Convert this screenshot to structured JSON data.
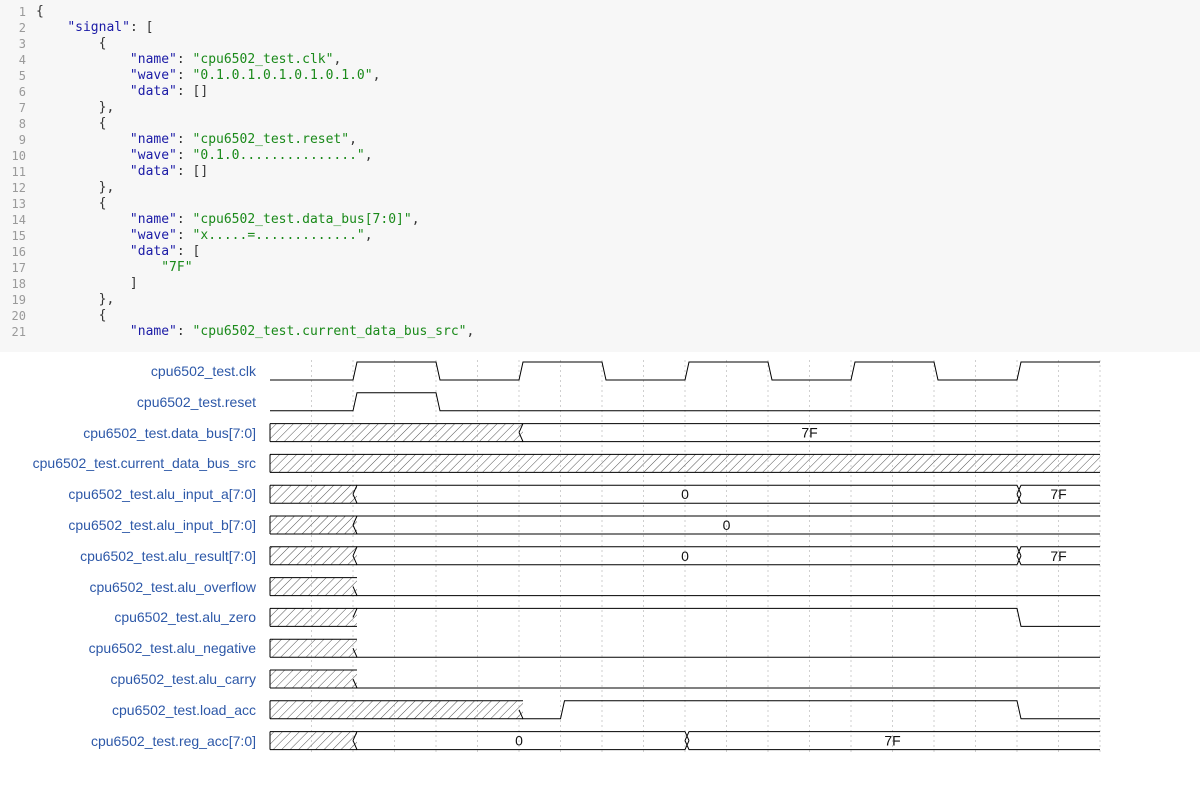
{
  "editor": {
    "lines": [
      {
        "n": "1",
        "t": [
          {
            "c": "p",
            "v": "{"
          }
        ]
      },
      {
        "n": "2",
        "t": [
          {
            "c": "p",
            "v": "    "
          },
          {
            "c": "k",
            "v": "\"signal\""
          },
          {
            "c": "p",
            "v": ": ["
          }
        ]
      },
      {
        "n": "3",
        "t": [
          {
            "c": "p",
            "v": "        {"
          }
        ]
      },
      {
        "n": "4",
        "t": [
          {
            "c": "p",
            "v": "            "
          },
          {
            "c": "k",
            "v": "\"name\""
          },
          {
            "c": "p",
            "v": ": "
          },
          {
            "c": "s",
            "v": "\"cpu6502_test.clk\""
          },
          {
            "c": "p",
            "v": ","
          }
        ]
      },
      {
        "n": "5",
        "t": [
          {
            "c": "p",
            "v": "            "
          },
          {
            "c": "k",
            "v": "\"wave\""
          },
          {
            "c": "p",
            "v": ": "
          },
          {
            "c": "s",
            "v": "\"0.1.0.1.0.1.0.1.0.1.0\""
          },
          {
            "c": "p",
            "v": ","
          }
        ]
      },
      {
        "n": "6",
        "t": [
          {
            "c": "p",
            "v": "            "
          },
          {
            "c": "k",
            "v": "\"data\""
          },
          {
            "c": "p",
            "v": ": []"
          }
        ]
      },
      {
        "n": "7",
        "t": [
          {
            "c": "p",
            "v": "        },"
          }
        ]
      },
      {
        "n": "8",
        "t": [
          {
            "c": "p",
            "v": "        {"
          }
        ]
      },
      {
        "n": "9",
        "t": [
          {
            "c": "p",
            "v": "            "
          },
          {
            "c": "k",
            "v": "\"name\""
          },
          {
            "c": "p",
            "v": ": "
          },
          {
            "c": "s",
            "v": "\"cpu6502_test.reset\""
          },
          {
            "c": "p",
            "v": ","
          }
        ]
      },
      {
        "n": "10",
        "t": [
          {
            "c": "p",
            "v": "            "
          },
          {
            "c": "k",
            "v": "\"wave\""
          },
          {
            "c": "p",
            "v": ": "
          },
          {
            "c": "s",
            "v": "\"0.1.0...............\""
          },
          {
            "c": "p",
            "v": ","
          }
        ]
      },
      {
        "n": "11",
        "t": [
          {
            "c": "p",
            "v": "            "
          },
          {
            "c": "k",
            "v": "\"data\""
          },
          {
            "c": "p",
            "v": ": []"
          }
        ]
      },
      {
        "n": "12",
        "t": [
          {
            "c": "p",
            "v": "        },"
          }
        ]
      },
      {
        "n": "13",
        "t": [
          {
            "c": "p",
            "v": "        {"
          }
        ]
      },
      {
        "n": "14",
        "t": [
          {
            "c": "p",
            "v": "            "
          },
          {
            "c": "k",
            "v": "\"name\""
          },
          {
            "c": "p",
            "v": ": "
          },
          {
            "c": "s",
            "v": "\"cpu6502_test.data_bus[7:0]\""
          },
          {
            "c": "p",
            "v": ","
          }
        ]
      },
      {
        "n": "15",
        "t": [
          {
            "c": "p",
            "v": "            "
          },
          {
            "c": "k",
            "v": "\"wave\""
          },
          {
            "c": "p",
            "v": ": "
          },
          {
            "c": "s",
            "v": "\"x.....=.............\""
          },
          {
            "c": "p",
            "v": ","
          }
        ]
      },
      {
        "n": "16",
        "t": [
          {
            "c": "p",
            "v": "            "
          },
          {
            "c": "k",
            "v": "\"data\""
          },
          {
            "c": "p",
            "v": ": ["
          }
        ]
      },
      {
        "n": "17",
        "t": [
          {
            "c": "p",
            "v": "                "
          },
          {
            "c": "s",
            "v": "\"7F\""
          }
        ]
      },
      {
        "n": "18",
        "t": [
          {
            "c": "p",
            "v": "            ]"
          }
        ]
      },
      {
        "n": "19",
        "t": [
          {
            "c": "p",
            "v": "        },"
          }
        ]
      },
      {
        "n": "20",
        "t": [
          {
            "c": "p",
            "v": "        {"
          }
        ]
      },
      {
        "n": "21",
        "t": [
          {
            "c": "p",
            "v": "            "
          },
          {
            "c": "k",
            "v": "\"name\""
          },
          {
            "c": "p",
            "v": ": "
          },
          {
            "c": "s",
            "v": "\"cpu6502_test.current_data_bus_src\""
          },
          {
            "c": "p",
            "v": ","
          }
        ]
      }
    ]
  },
  "timing": {
    "cycles": 20,
    "signals": [
      {
        "name": "cpu6502_test.clk",
        "wave": "0.1.0.1.0.1.0.1.0.1.0",
        "data": []
      },
      {
        "name": "cpu6502_test.reset",
        "wave": "0.1.0...............",
        "data": []
      },
      {
        "name": "cpu6502_test.data_bus[7:0]",
        "wave": "x.....=.............",
        "data": [
          "7F"
        ]
      },
      {
        "name": "cpu6502_test.current_data_bus_src",
        "wave": "x...................",
        "data": []
      },
      {
        "name": "cpu6502_test.alu_input_a[7:0]",
        "wave": "x.=...............=.",
        "data": [
          "0",
          "7F"
        ]
      },
      {
        "name": "cpu6502_test.alu_input_b[7:0]",
        "wave": "x.=.................",
        "data": [
          "0"
        ]
      },
      {
        "name": "cpu6502_test.alu_result[7:0]",
        "wave": "x.=...............=.",
        "data": [
          "0",
          "7F"
        ]
      },
      {
        "name": "cpu6502_test.alu_overflow",
        "wave": "x.0.................",
        "data": []
      },
      {
        "name": "cpu6502_test.alu_zero",
        "wave": "x.1...............0.",
        "data": []
      },
      {
        "name": "cpu6502_test.alu_negative",
        "wave": "x.0.................",
        "data": []
      },
      {
        "name": "cpu6502_test.alu_carry",
        "wave": "x.0.................",
        "data": []
      },
      {
        "name": "cpu6502_test.load_acc",
        "wave": "x.....01..........0.",
        "data": []
      },
      {
        "name": "cpu6502_test.reg_acc[7:0]",
        "wave": "x.=.......=.........",
        "data": [
          "0",
          "7F"
        ]
      }
    ]
  }
}
